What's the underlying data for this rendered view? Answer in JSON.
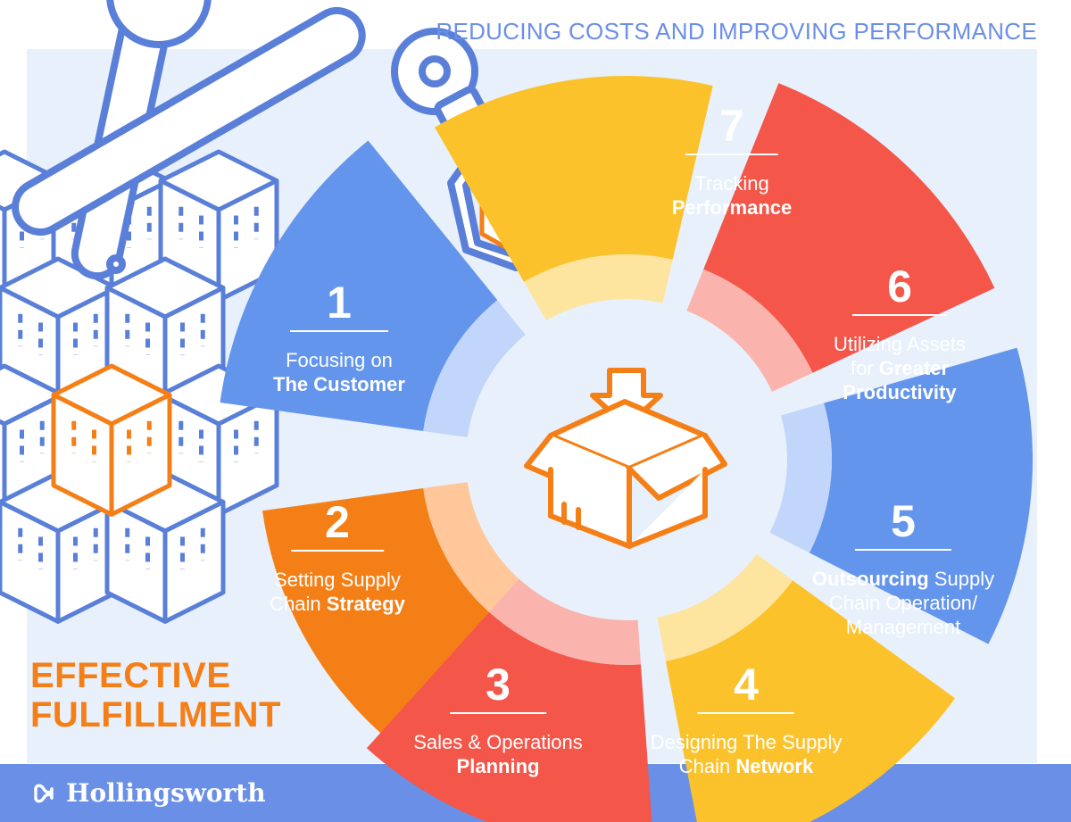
{
  "headline": "REDUCING COSTS AND IMPROVING PERFORMANCE",
  "side_title": [
    "EFFECTIVE",
    "FULFILLMENT"
  ],
  "brand": {
    "name": "Hollingsworth",
    "icon": "hollingsworth-logo-icon"
  },
  "center_icon": "open-box-arrow-icon",
  "colors": {
    "orange": "#f57f17",
    "blue": "#6495ec",
    "yellow": "#fcc22c",
    "red": "#f4564a",
    "light_blue": "#e8f0fb",
    "footer_blue": "#6a8fe6",
    "outline_blue": "#5a7fd8"
  },
  "steps": [
    {
      "number": "1",
      "color": "orange",
      "lines": [
        [
          {
            "t": "Focusing on",
            "b": false
          }
        ],
        [
          {
            "t": "The Customer",
            "b": true
          }
        ]
      ]
    },
    {
      "number": "2",
      "color": "blue",
      "lines": [
        [
          {
            "t": "Setting Supply",
            "b": false
          }
        ],
        [
          {
            "t": "Chain ",
            "b": false
          },
          {
            "t": "Strategy",
            "b": true
          }
        ]
      ]
    },
    {
      "number": "3",
      "color": "yellow",
      "lines": [
        [
          {
            "t": "Sales & Operations",
            "b": false
          }
        ],
        [
          {
            "t": "Planning",
            "b": true
          }
        ]
      ]
    },
    {
      "number": "4",
      "color": "red",
      "lines": [
        [
          {
            "t": "Designing The Supply",
            "b": false
          }
        ],
        [
          {
            "t": "Chain ",
            "b": false
          },
          {
            "t": "Network",
            "b": true
          }
        ]
      ]
    },
    {
      "number": "5",
      "color": "blue",
      "lines": [
        [
          {
            "t": "Outsourcing",
            "b": true
          },
          {
            "t": " Supply",
            "b": false
          }
        ],
        [
          {
            "t": "Chain Operation/",
            "b": false
          }
        ],
        [
          {
            "t": "Management",
            "b": false
          }
        ]
      ]
    },
    {
      "number": "6",
      "color": "yellow",
      "lines": [
        [
          {
            "t": "Utilizing Assets",
            "b": false
          }
        ],
        [
          {
            "t": "for ",
            "b": false
          },
          {
            "t": "Greater",
            "b": true
          }
        ],
        [
          {
            "t": "Productivity",
            "b": true
          }
        ]
      ]
    },
    {
      "number": "7",
      "color": "red",
      "lines": [
        [
          {
            "t": "Tracking",
            "b": false
          }
        ],
        [
          {
            "t": "Performance",
            "b": true
          }
        ]
      ]
    }
  ]
}
